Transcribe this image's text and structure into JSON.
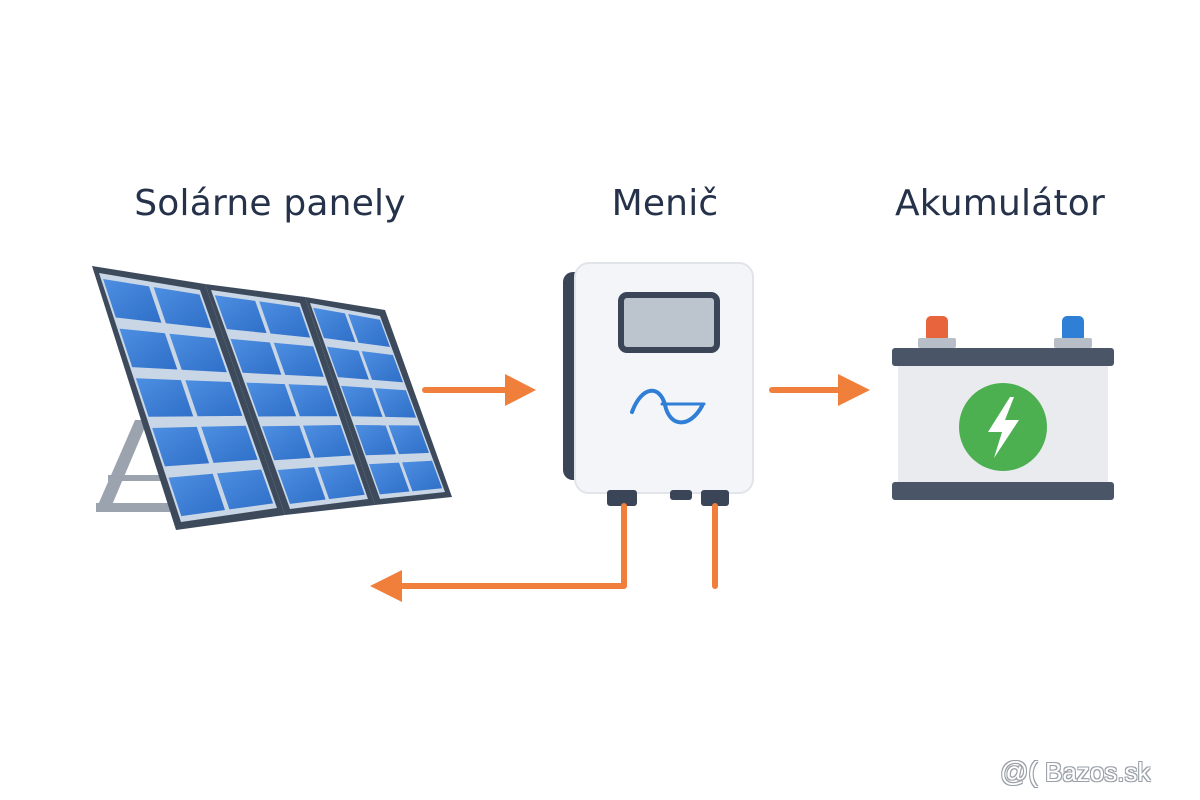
{
  "labels": {
    "solar": "Solárne panely",
    "inverter": "Menič",
    "battery": "Akumulátor"
  },
  "watermark": {
    "text": "Bazos.sk",
    "glyph": "@("
  },
  "colors": {
    "panel_cell": "#3d7fd8",
    "panel_frame": "#3d4a5c",
    "arrow": "#f07f3c",
    "inverter_body": "#f5f6f8",
    "inverter_edge": "#3a4558",
    "battery_body": "#e9ebee",
    "battery_bar": "#4a5668",
    "terminal_positive": "#e8643c",
    "terminal_negative": "#2f7fd6",
    "bolt_badge": "#4caf50",
    "wave": "#2f7fd6"
  },
  "icons": [
    "solar-panel-icon",
    "inverter-icon",
    "battery-icon",
    "lightning-bolt-icon",
    "sine-wave-icon"
  ]
}
